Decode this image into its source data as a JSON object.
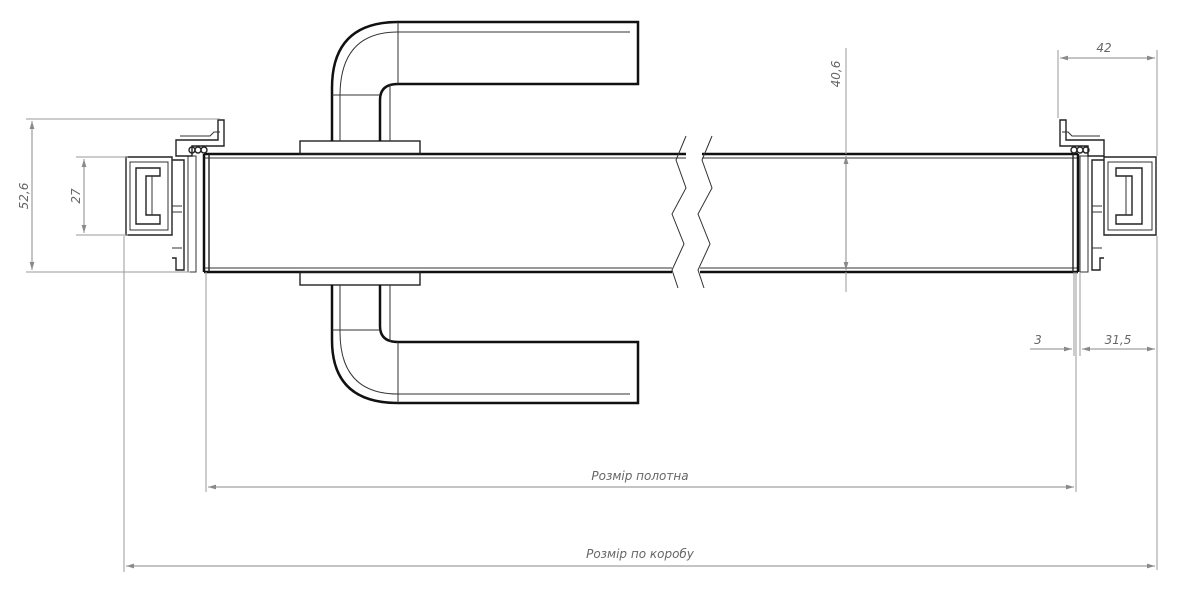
{
  "drawing": {
    "labels": {
      "leaf_size": "Розмір полотна",
      "frame_size": "Розмір по коробу"
    },
    "dimensions": {
      "left_frame_height": "52,6",
      "left_profile_height": "27",
      "door_thickness": "40,6",
      "right_frame_depth": "42",
      "gap": "3",
      "right_frame_width": "31,5"
    },
    "colors": {
      "object_lines": "#111111",
      "dimension_lines": "#8a8a8a",
      "dimension_text": "#666666",
      "background": "#ffffff"
    }
  }
}
